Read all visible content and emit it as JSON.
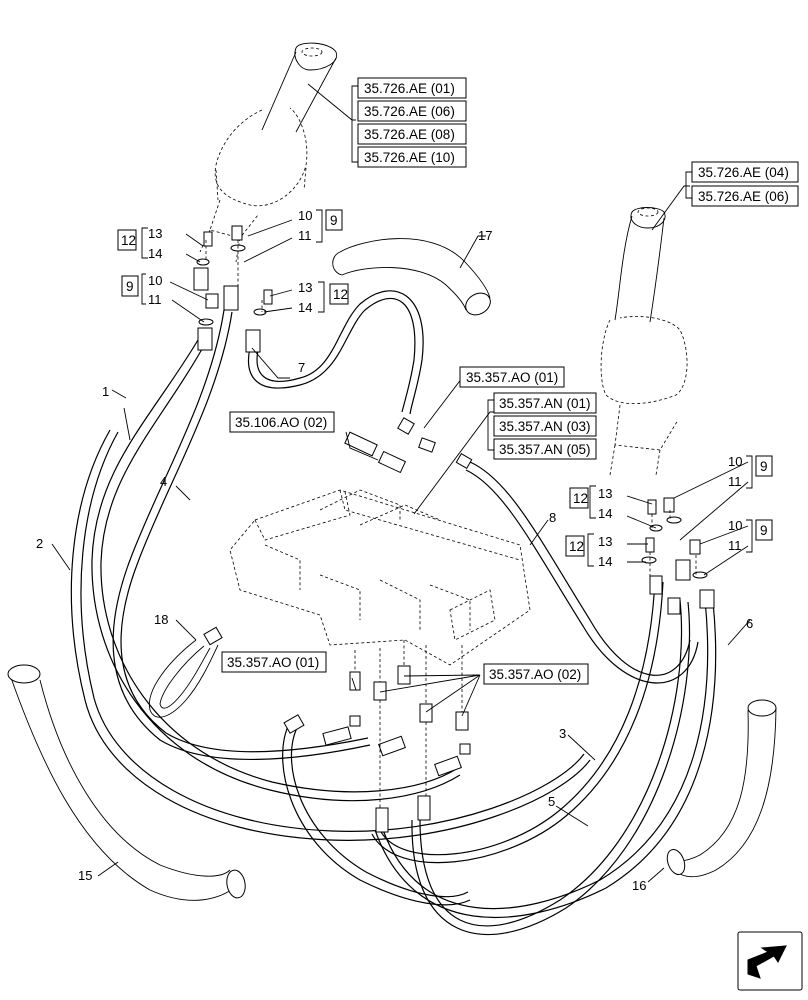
{
  "references": {
    "top_left": [
      "35.726.AE (01)",
      "35.726.AE (06)",
      "35.726.AE (08)",
      "35.726.AE (10)"
    ],
    "top_right": [
      "35.726.AE (04)",
      "35.726.AE (06)"
    ],
    "valve_ao_01": "35.357.AO (01)",
    "valve_an": [
      "35.357.AN (01)",
      "35.357.AN (03)",
      "35.357.AN (05)"
    ],
    "body_106": "35.106.AO (02)",
    "fitting_ao_01": "35.357.AO (01)",
    "fitting_ao_02": "35.357.AO (02)"
  },
  "boxed_items": {
    "b12_left": "12",
    "b9_left": "9",
    "b9_center": "9",
    "b12_center": "12",
    "b9_right_upper": "9",
    "b12_right_upper": "12",
    "b12_right_lower": "12",
    "b9_right_lower": "9"
  },
  "callouts": {
    "c1": "1",
    "c2": "2",
    "c3": "3",
    "c4": "4",
    "c5": "5",
    "c6": "6",
    "c7": "7",
    "c8": "8",
    "c15": "15",
    "c16": "16",
    "c17": "17",
    "c18": "18",
    "l13a": "13",
    "l14a": "14",
    "l10a": "10",
    "l11a": "11",
    "l10b": "10",
    "l11b": "11",
    "l13b": "13",
    "l14b": "14",
    "l10c": "10",
    "l11c": "11",
    "l13c": "13",
    "l14c": "14",
    "l13d": "13",
    "l14d": "14",
    "l10d": "10",
    "l11d": "11"
  },
  "icons": {
    "nav": "arrow-left-icon"
  }
}
